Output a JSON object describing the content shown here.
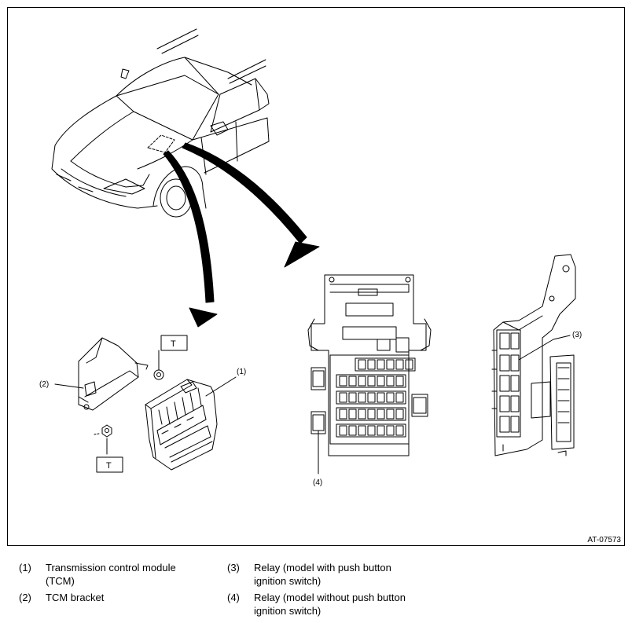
{
  "figure_id": "AT-07573",
  "callouts": {
    "c1": "(1)",
    "c2": "(2)",
    "c3": "(3)",
    "c4": "(4)",
    "t_top": "T",
    "t_bottom": "T"
  },
  "legend": [
    {
      "num": "(1)",
      "line1": "Transmission control module",
      "line2": "(TCM)"
    },
    {
      "num": "(2)",
      "line1": "TCM bracket",
      "line2": ""
    },
    {
      "num": "(3)",
      "line1": "Relay (model with push button",
      "line2": "ignition switch)"
    },
    {
      "num": "(4)",
      "line1": "Relay (model without push button",
      "line2": "ignition switch)"
    }
  ]
}
